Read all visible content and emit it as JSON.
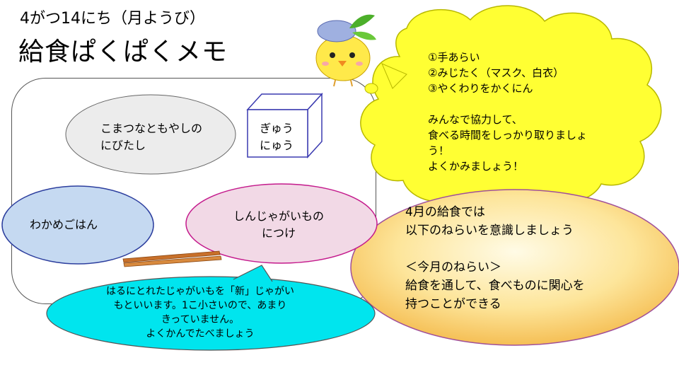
{
  "header": {
    "date": "4がつ14にち（月ようび）",
    "title": "給食ぱくぱくメモ"
  },
  "menu": {
    "side_dish": [
      "こまつなともやしの",
      "にびたし"
    ],
    "milk": [
      "ぎゅう",
      "にゅう"
    ],
    "rice": "わかめごはん",
    "stew": [
      "しんじゃがいもの",
      "につけ"
    ]
  },
  "tips": {
    "cloud_lines": [
      "①手あらい",
      "②みじたく（マスク、白衣）",
      "③やくわりをかくにん",
      "",
      "みんなで協力して、",
      "食べる時間をしっかり取りましょ",
      "う！",
      "よくかみましょう！"
    ],
    "goal_lines": [
      "4月の給食では",
      "以下のねらいを意識しましょう",
      "",
      "＜今月のねらい＞",
      "給食を通して、食べものに関心を",
      "持つことができる"
    ],
    "potato_lines": [
      "はるにとれたじゃがいもを「新」じゃがい",
      "もといいます。1こ小さいので、あまり",
      "きっていません。",
      "よくかんでたべましょう"
    ]
  },
  "colors": {
    "cloud": "#ffff33",
    "goal_inner": "#fff3c4",
    "goal_outer": "#f7c45a",
    "potato_bubble": "#00e5ee",
    "rice_bowl": "#c5d9f1",
    "stew_bowl": "#f2d9e6",
    "side_plate": "#ececec",
    "chopsticks": "#c8702a"
  },
  "icons": [
    "chick-mascot-icon",
    "chopsticks-icon",
    "milk-carton-icon"
  ]
}
